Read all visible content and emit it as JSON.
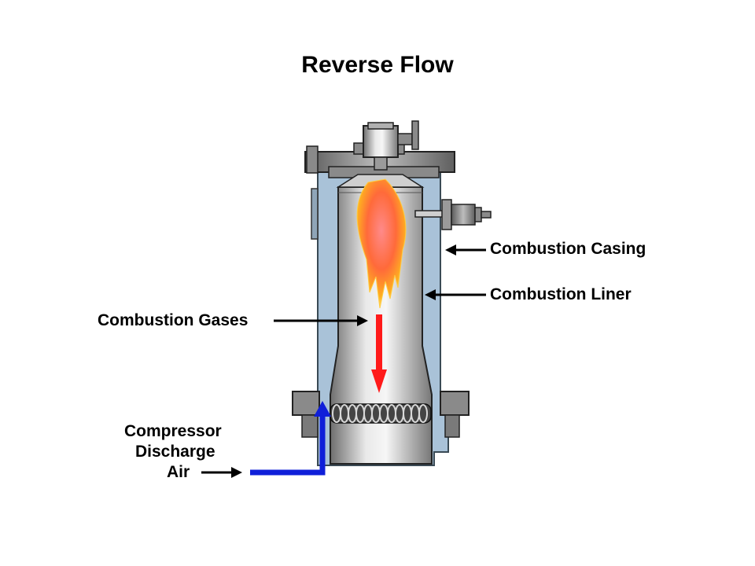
{
  "title": "Reverse Flow",
  "labels": {
    "casing": "Combustion Casing",
    "liner": "Combustion Liner",
    "gases": "Combustion Gases",
    "air_line1": "Compressor",
    "air_line2": "Discharge",
    "air_line3": "Air"
  },
  "colors": {
    "casing": "#a9c2d8",
    "metal": "#9a9a9a",
    "flow_gas": "#ff1a1a",
    "flow_air": "#0f1fd9"
  }
}
